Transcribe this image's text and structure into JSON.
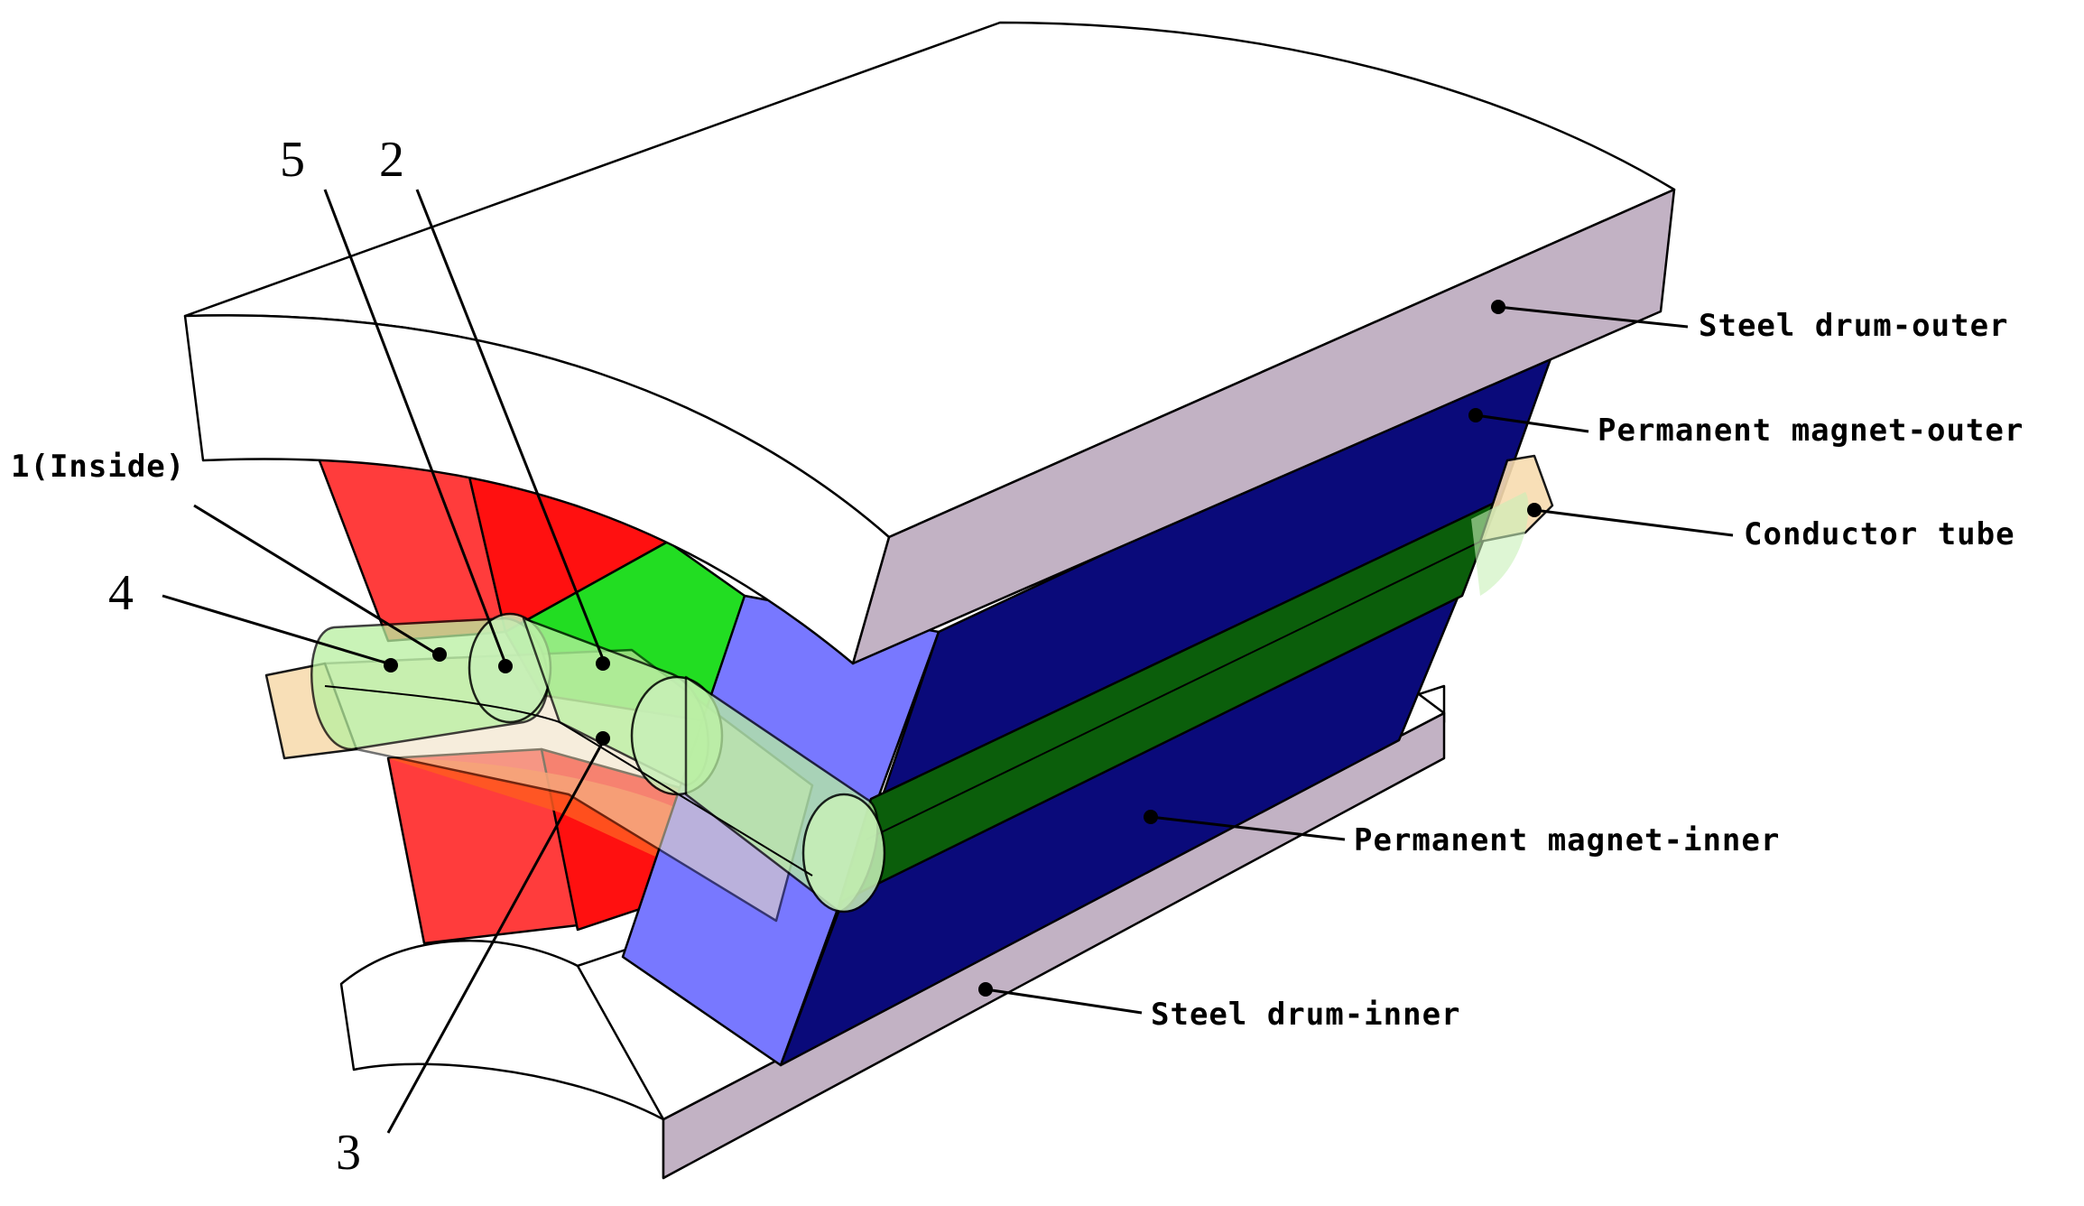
{
  "labels": {
    "steel_outer": "Steel drum-outer",
    "pm_outer": "Permanent magnet-outer",
    "conductor_tube": "Conductor tube",
    "pm_inner": "Permanent magnet-inner",
    "steel_inner": "Steel drum-inner",
    "num_1": "1(Inside)",
    "num_2": "2",
    "num_3": "3",
    "num_4": "4",
    "num_5": "5"
  },
  "colors": {
    "steel_side": "#c2b2c4",
    "steel_top": "#ffffff",
    "magnet_dark_blue": "#0a0a7a",
    "magnet_light_blue": "#7878ff",
    "magnet_red": "#ff3c3c",
    "magnet_green": "#22dd22",
    "conductor_tan": "#f8dcb0",
    "fluid_green": "#b8f0a0",
    "stripe_dark_green": "#0b5e0b"
  }
}
